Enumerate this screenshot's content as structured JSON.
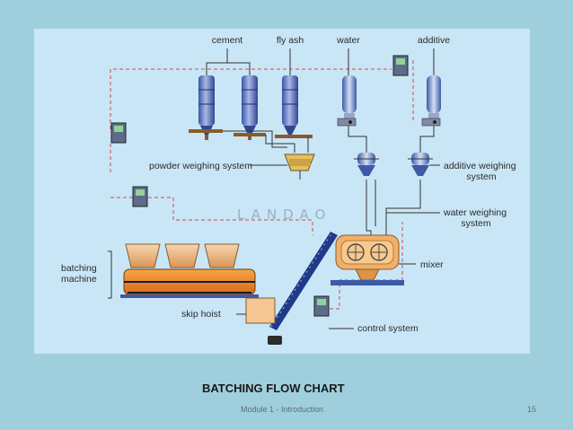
{
  "diagram": {
    "labels": {
      "cement": "cement",
      "fly_ash": "fly ash",
      "water": "water",
      "additive": "additive",
      "powder_weighing_system": "powder weighing system",
      "additive_weighing_line1": "additive weighing",
      "additive_weighing_line2": "system",
      "water_weighing_line1": "water weighing",
      "water_weighing_line2": "system",
      "mixer": "mixer",
      "batching_machine_line1": "batching",
      "batching_machine_line2": "machine",
      "skip_hoist": "skip hoist",
      "control_system": "control system"
    },
    "watermark": "LANDAO"
  },
  "caption": "BATCHING FLOW CHART",
  "footer": {
    "module": "Module 1 - Introduction",
    "page": "15"
  }
}
